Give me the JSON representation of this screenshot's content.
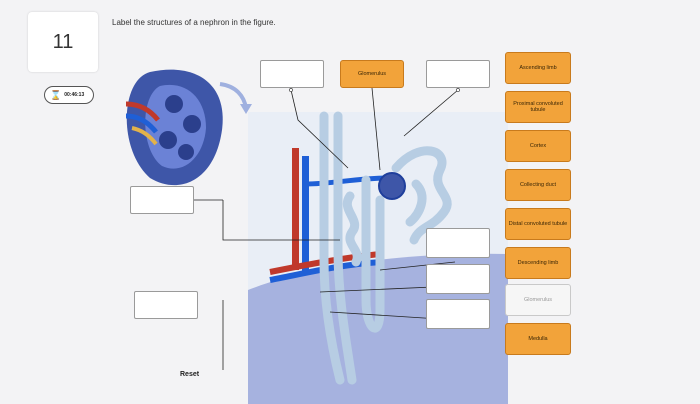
{
  "question": {
    "number": "11",
    "prompt": "Label the structures of a nephron in the figure."
  },
  "timer": {
    "icon": "hourglass-icon",
    "value": "00:46:13"
  },
  "labels_bank": [
    "Ascending limb",
    "Proximal convoluted tubule",
    "Cortex",
    "Collecting duct",
    "Distal convoluted tubule",
    "Descending limb",
    "Glomerulus",
    "Medulla"
  ],
  "labels_bank_state": [
    "available",
    "available",
    "available",
    "available",
    "available",
    "available",
    "placed",
    "available"
  ],
  "placed_label": "Glomerulus",
  "reset_label": "Reset",
  "colors": {
    "tile": "#f2a33a",
    "artery": "#c0392b",
    "vein": "#1f5fd6",
    "tubule": "#b7cde3",
    "cortex": "#e9eef6",
    "medulla": "#a6b2df"
  }
}
